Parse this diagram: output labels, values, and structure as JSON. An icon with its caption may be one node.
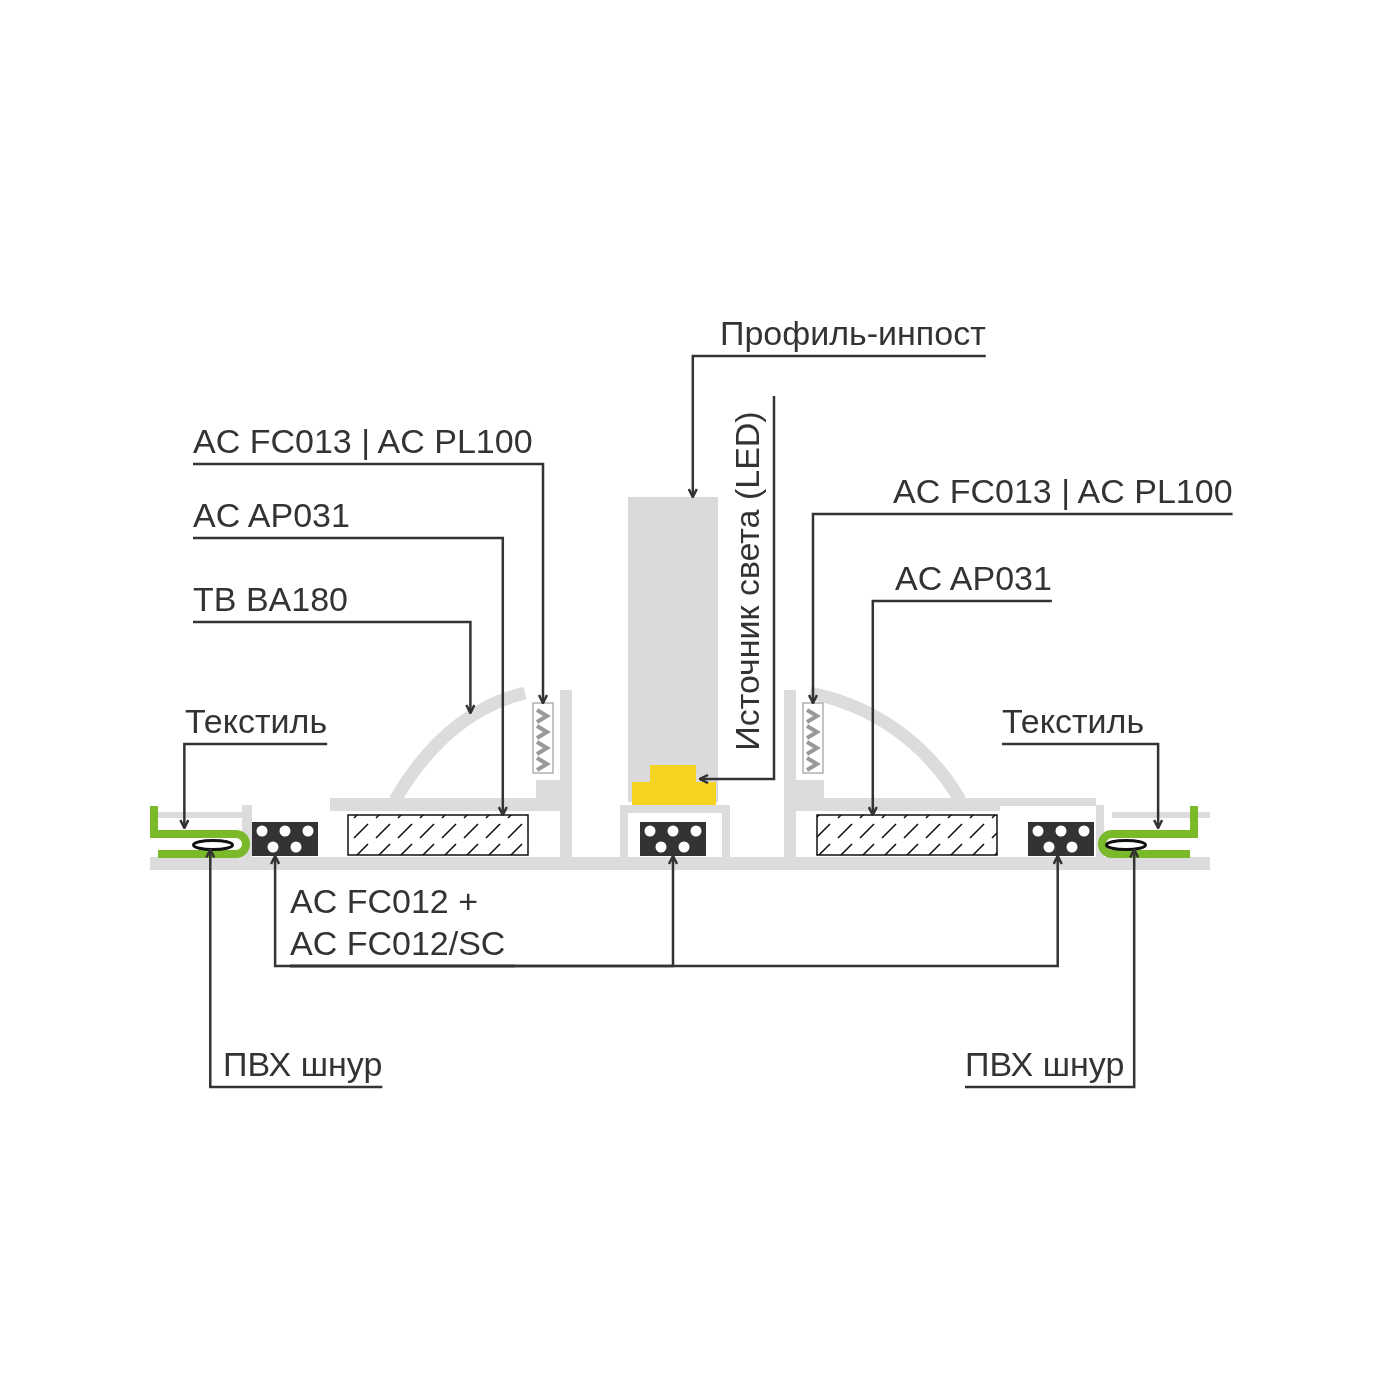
{
  "diagram": {
    "nodes": [
      {
        "text": [
          "Профиль-инпост"
        ]
      },
      {
        "text": [],
        "shape": "box"
      },
      {
        "text": [
          "AC FC013 | AC PL100"
        ]
      },
      {
        "text": [],
        "shape": "box"
      },
      {
        "text": [
          "AC AP031"
        ]
      },
      {
        "text": [],
        "shape": "box"
      },
      {
        "text": [
          "TB BA180"
        ]
      },
      {
        "text": [],
        "shape": "arc"
      },
      {
        "text": [
          "Текстиль"
        ]
      },
      {
        "text": [],
        "shape": "bar"
      },
      {
        "text": [
          "Источник света (LED)"
        ]
      },
      {
        "text": [],
        "shape": "box",
        "in": 1
      },
      {
        "text": [
          "AC FC013 | AC PL100"
        ]
      },
      {
        "text": [],
        "shape": "box"
      },
      {
        "text": [
          "AC AP031"
        ]
      },
      {
        "text": [],
        "shape": "box"
      },
      {
        "text": [
          "Текстиль"
        ]
      },
      {
        "text": [],
        "shape": "bar"
      },
      {
        "text": [
          "AC FC012 + AC FC012/SC"
        ]
      },
      {
        "text": [],
        "shape": "box"
      },
      {
        "text": [],
        "shape": "box"
      },
      {
        "text": [],
        "shape": "box"
      },
      {
        "text": [
          "ПВХ шнур"
        ]
      },
      {
        "text": [],
        "shape": "circle",
        "in": 9
      },
      {
        "text": [
          "ПВХ шнур"
        ]
      },
      {
        "text": [],
        "shape": "circle",
        "in": 17
      }
    ],
    "edges": [
      {
        "from": 0,
        "to": 1,
        "arrow": "to"
      },
      {
        "from": 2,
        "to": 3,
        "arrow": "to"
      },
      {
        "from": 4,
        "to": 5,
        "arrow": "to"
      },
      {
        "from": 6,
        "to": 7,
        "arrow": "to"
      },
      {
        "from": 8,
        "to": 9,
        "arrow": "to"
      },
      {
        "from": 10,
        "to": 11,
        "arrow": "to"
      },
      {
        "from": 12,
        "to": 13,
        "arrow": "to"
      },
      {
        "from": 14,
        "to": 15,
        "arrow": "to"
      },
      {
        "from": 16,
        "to": 17,
        "arrow": "to"
      },
      {
        "from": 18,
        "to": 19,
        "arrow": "to"
      },
      {
        "from": 18,
        "to": 20,
        "arrow": "to"
      },
      {
        "from": 18,
        "to": 21,
        "arrow": "to"
      },
      {
        "from": 22,
        "to": 23,
        "arrow": "to"
      },
      {
        "from": 24,
        "to": 25,
        "arrow": "to"
      }
    ]
  }
}
